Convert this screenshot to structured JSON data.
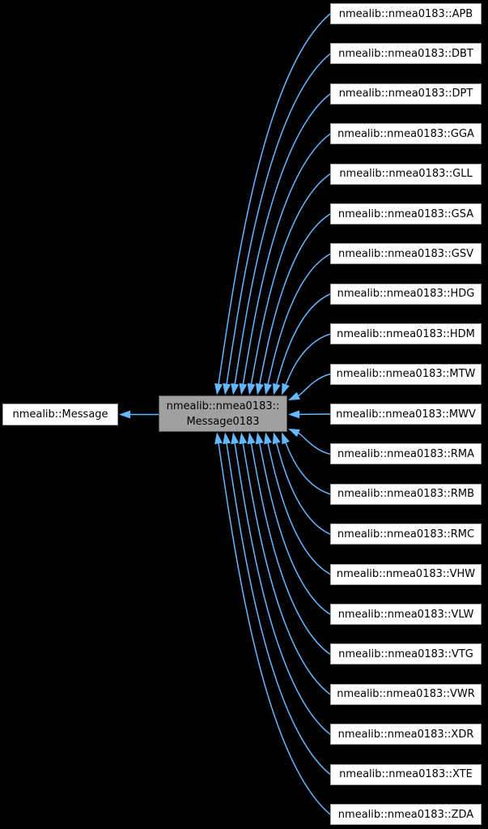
{
  "diagram": {
    "background_color": "#000000",
    "edge_color": "#63b8ff",
    "node_fill_color": "#ffffff",
    "node_border_color": "#9e9e9e",
    "node_text_color": "#000000",
    "current_node_fill_color": "#a0a0a0",
    "current_node_border_color": "#555555",
    "base_class": {
      "label": "nmealib::Message"
    },
    "current_class": {
      "line1": "nmealib::nmea0183::",
      "line2": "Message0183"
    },
    "derived_classes": [
      "nmealib::nmea0183::APB",
      "nmealib::nmea0183::DBT",
      "nmealib::nmea0183::DPT",
      "nmealib::nmea0183::GGA",
      "nmealib::nmea0183::GLL",
      "nmealib::nmea0183::GSA",
      "nmealib::nmea0183::GSV",
      "nmealib::nmea0183::HDG",
      "nmealib::nmea0183::HDM",
      "nmealib::nmea0183::MTW",
      "nmealib::nmea0183::MWV",
      "nmealib::nmea0183::RMA",
      "nmealib::nmea0183::RMB",
      "nmealib::nmea0183::RMC",
      "nmealib::nmea0183::VHW",
      "nmealib::nmea0183::VLW",
      "nmealib::nmea0183::VTG",
      "nmealib::nmea0183::VWR",
      "nmealib::nmea0183::XDR",
      "nmealib::nmea0183::XTE",
      "nmealib::nmea0183::ZDA"
    ]
  }
}
